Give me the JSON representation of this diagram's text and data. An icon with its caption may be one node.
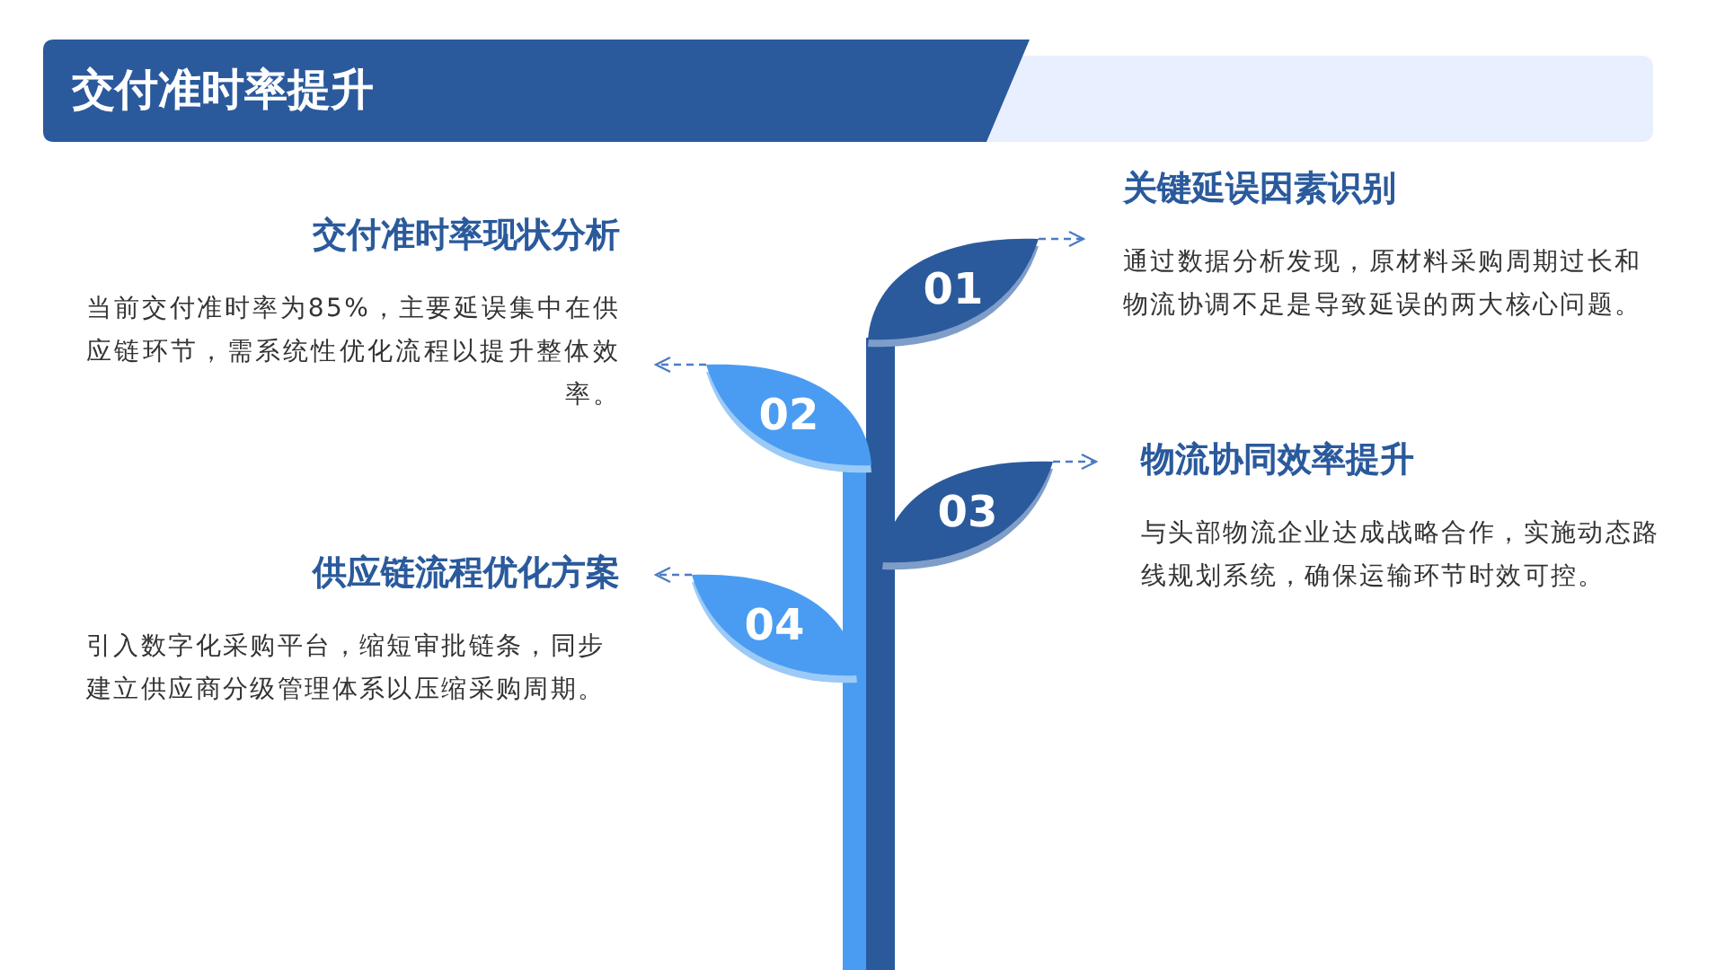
{
  "diagram": {
    "title": "交付准时率提升",
    "nodes": [
      {
        "text": [
          "01"
        ]
      },
      {
        "text": [
          "关键延误因素识别",
          "通过数据分析发现，原材料采购周期过长和物流协调不足是导致延误的两大核心问题。"
        ]
      },
      {
        "text": [
          "02"
        ]
      },
      {
        "text": [
          "交付准时率现状分析",
          "当前交付准时率为85%，主要延误集中在供应链环节，需系统性优化流程以提升整体效率。"
        ]
      },
      {
        "text": [
          "03"
        ]
      },
      {
        "text": [
          "物流协同效率提升",
          "与头部物流企业达成战略合作，实施动态路线规划系统，确保运输环节时效可控。"
        ]
      },
      {
        "text": [
          "04"
        ]
      },
      {
        "text": [
          "供应链流程优化方案",
          "引入数字化采购平台，缩短审批链条，同步建立供应商分级管理体系以压缩采购周期。"
        ]
      }
    ],
    "edges": [
      {
        "from": 0,
        "to": 1,
        "arrow": "to",
        "style": "dashed"
      },
      {
        "from": 2,
        "to": 3,
        "arrow": "to",
        "style": "dashed"
      },
      {
        "from": 4,
        "to": 5,
        "arrow": "to",
        "style": "dashed"
      },
      {
        "from": 6,
        "to": 7,
        "arrow": "to",
        "style": "dashed"
      }
    ]
  }
}
